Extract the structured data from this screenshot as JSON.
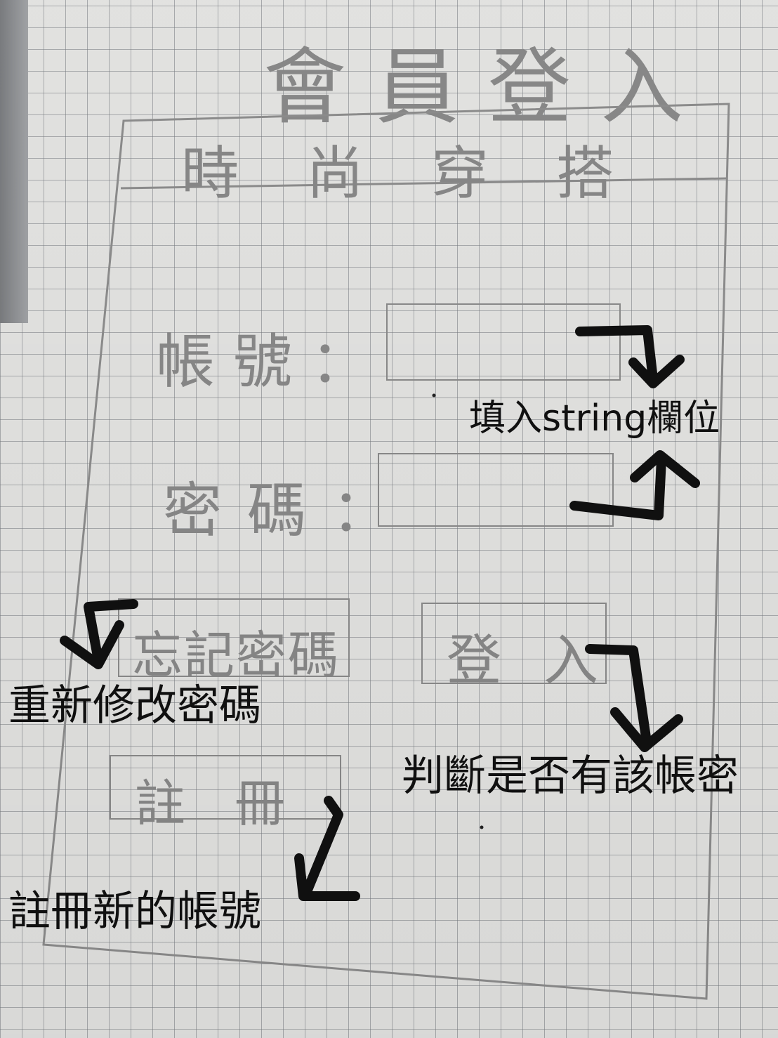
{
  "sketch": {
    "page_title": "會員登入",
    "brand_header": "時尚穿搭",
    "account_label": "帳號：",
    "password_label": "密碼：",
    "forgot_password_button": "忘記密碼",
    "login_button": "登入",
    "register_button": "註冊"
  },
  "annotations": {
    "fill_string_field": "填入string欄位",
    "reset_password": "重新修改密碼",
    "check_account_password": "判斷是否有該帳密",
    "register_new_account": "註冊新的帳號"
  },
  "colors": {
    "paper": "#e6e6e4",
    "grid": "#787c82",
    "pencil": "#8a8a8a",
    "marker": "#111111"
  }
}
